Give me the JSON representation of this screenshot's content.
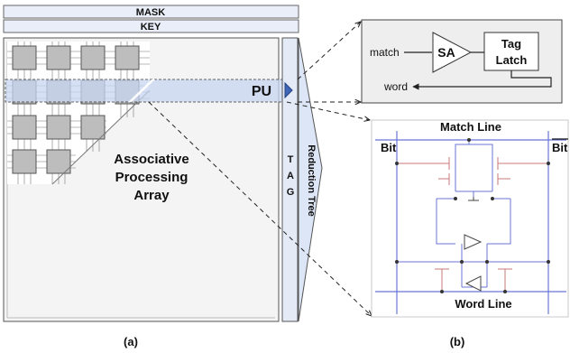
{
  "panel_a": {
    "mask_label": "MASK",
    "key_label": "KEY",
    "array_title_lines": [
      "Associative",
      "Processing",
      "Array"
    ],
    "pu_label": "PU",
    "tag_letters": [
      "T",
      "A",
      "G"
    ],
    "reduction_tree_label": "Reduction Tree",
    "caption": "(a)"
  },
  "pu_detail": {
    "match_label": "match",
    "sa_label": "SA",
    "tag_latch_lines": [
      "Tag",
      "Latch"
    ],
    "word_label": "word"
  },
  "panel_b": {
    "match_line_label": "Match Line",
    "bit_label": "Bit",
    "bit_bar_label": "Bit",
    "word_line_label": "Word Line",
    "caption": "(b)"
  },
  "colors": {
    "cell_fill": "#bdbdbd",
    "array_fill": "#f4f4f4",
    "light_blue": "#dde6f6",
    "grid_blue": "#6a74d6",
    "wire_red": "#c97878"
  }
}
